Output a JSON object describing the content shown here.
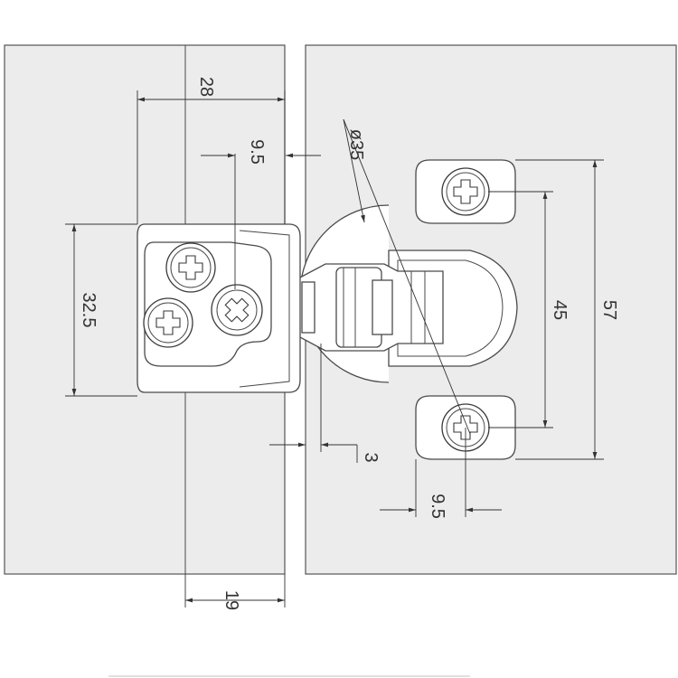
{
  "dimensions": {
    "d28": "28",
    "d9_5_top": "9.5",
    "d_phi35": "ø35",
    "d32_5": "32.5",
    "d45": "45",
    "d57": "57",
    "d3": "3",
    "d9_5_bottom": "9.5",
    "d19": "19"
  },
  "colors": {
    "panel_fill": "#ececec",
    "line": "#333333"
  }
}
